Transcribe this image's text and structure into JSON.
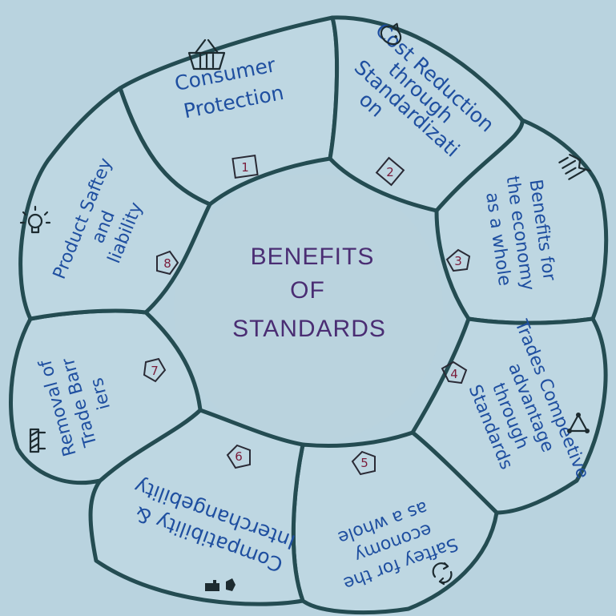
{
  "center": {
    "line1": "BENEFITS",
    "line2": "OF",
    "line3": "STANDARDS"
  },
  "petals": [
    {
      "number": "1",
      "lines": [
        "Consumer",
        "Protection"
      ],
      "icon": "shopping-basket-icon"
    },
    {
      "number": "2",
      "lines": [
        "Cost Reduction",
        "through",
        "Standardizati",
        "on"
      ],
      "icon": "piggy-bank-icon"
    },
    {
      "number": "3",
      "lines": [
        "Benefits for",
        "the economy",
        "as a whole"
      ],
      "icon": "growth-chart-icon"
    },
    {
      "number": "4",
      "lines": [
        "Trades Compeetive",
        "advantage",
        "through",
        "Standards"
      ],
      "icon": "network-triangle-icon"
    },
    {
      "number": "5",
      "lines": [
        "Saftey for the",
        "economy",
        "as a whole"
      ],
      "icon": "recycle-icon"
    },
    {
      "number": "6",
      "lines": [
        "Compatibility &",
        "Interchangebility"
      ],
      "icon": "puzzle-pieces-icon"
    },
    {
      "number": "7",
      "lines": [
        "Removal of",
        "Trade Barr",
        "iers"
      ],
      "icon": "barrier-icon"
    },
    {
      "number": "8",
      "lines": [
        "Product Saftey",
        "and",
        "liability"
      ],
      "icon": "lightbulb-icon"
    }
  ],
  "colors": {
    "background": "#b9d3df",
    "outline": "#244c52",
    "petal_text": "#1f4fa0",
    "center_text": "#4a2d73"
  }
}
